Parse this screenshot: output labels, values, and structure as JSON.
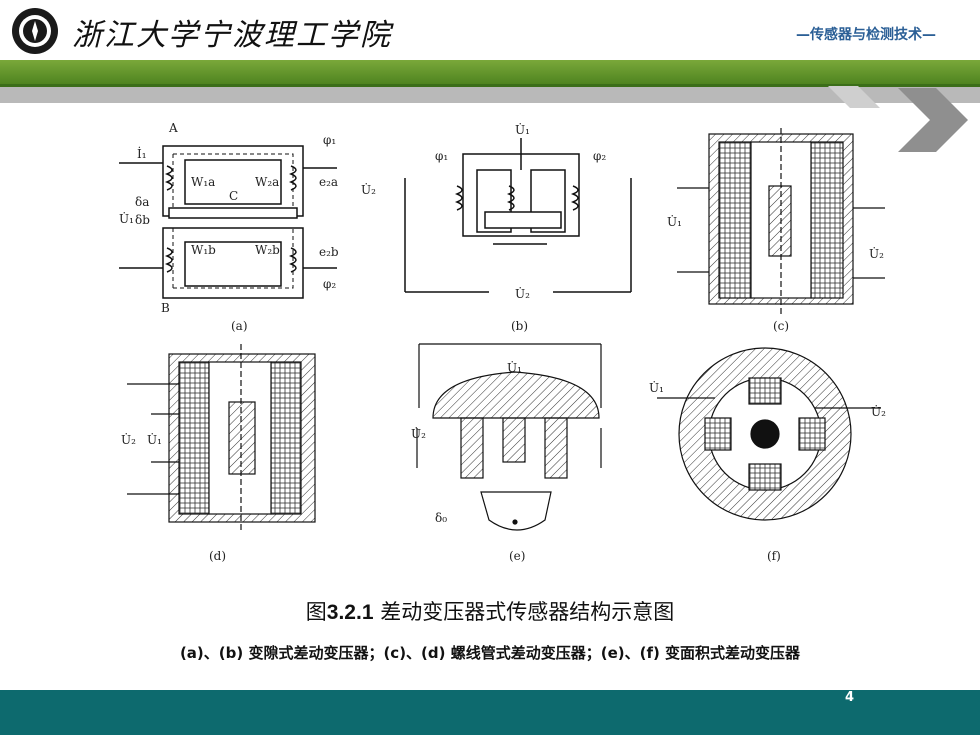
{
  "header": {
    "school_name": "浙江大学宁波理工学院",
    "course_title": "—传感器与检测技术—"
  },
  "figure": {
    "panels": [
      "(a)",
      "(b)",
      "(c)",
      "(d)",
      "(e)",
      "(f)"
    ],
    "labels": {
      "A": "A",
      "B": "B",
      "C": "C",
      "I1": "İ₁",
      "U1": "U̇₁",
      "U2": "U̇₂",
      "W1a": "W₁a",
      "W2a": "W₂a",
      "W1b": "W₁b",
      "W2b": "W₂b",
      "phi1": "φ₁",
      "phi2": "φ₂",
      "e2a": "e₂a",
      "e2b": "e₂b",
      "da": "δa",
      "db": "δb",
      "d0": "δ₀"
    }
  },
  "caption": {
    "prefix": "图",
    "number": "3.2.1",
    "title": " 差动变压器式传感器结构示意图",
    "sub": "(a)、(b) 变隙式差动变压器；(c)、(d) 螺线管式差动变压器；(e)、(f) 变面积式差动变压器"
  },
  "page_number": "4",
  "colors": {
    "header_green": "#5b8d25",
    "footer_teal": "#0d6a6e",
    "course_blue": "#2b5f96"
  }
}
